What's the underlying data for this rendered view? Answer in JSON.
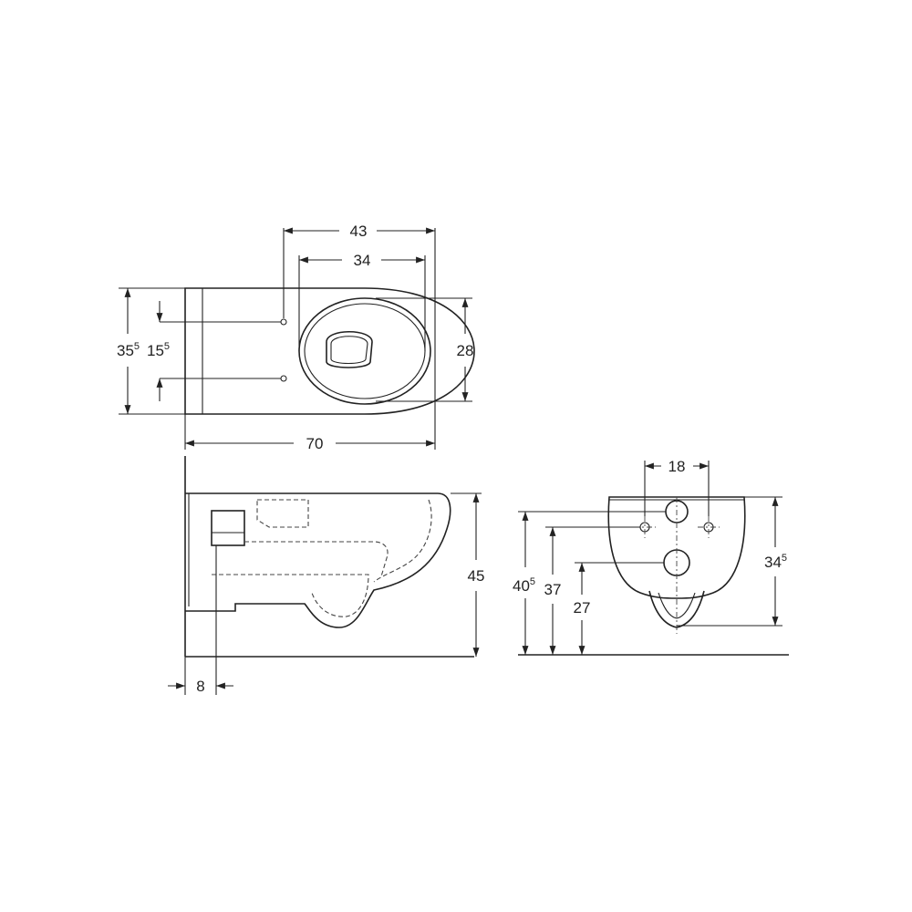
{
  "dimensions": {
    "overall_width": "43",
    "seat_opening_width": "34",
    "bowl_width": "28",
    "outer_height_main": "35",
    "outer_height_sup": "5",
    "bolt_spacing_main": "15",
    "bolt_spacing_sup": "5",
    "overall_length": "70",
    "height": "45",
    "wall_offset": "8",
    "bolt_distance": "18",
    "rear_height_main": "34",
    "rear_height_sup": "5",
    "mount_height_main": "40",
    "mount_height_sup": "5",
    "bolt_height": "37",
    "outlet_height": "27"
  },
  "colors": {
    "line": "#222222",
    "background": "#ffffff"
  }
}
